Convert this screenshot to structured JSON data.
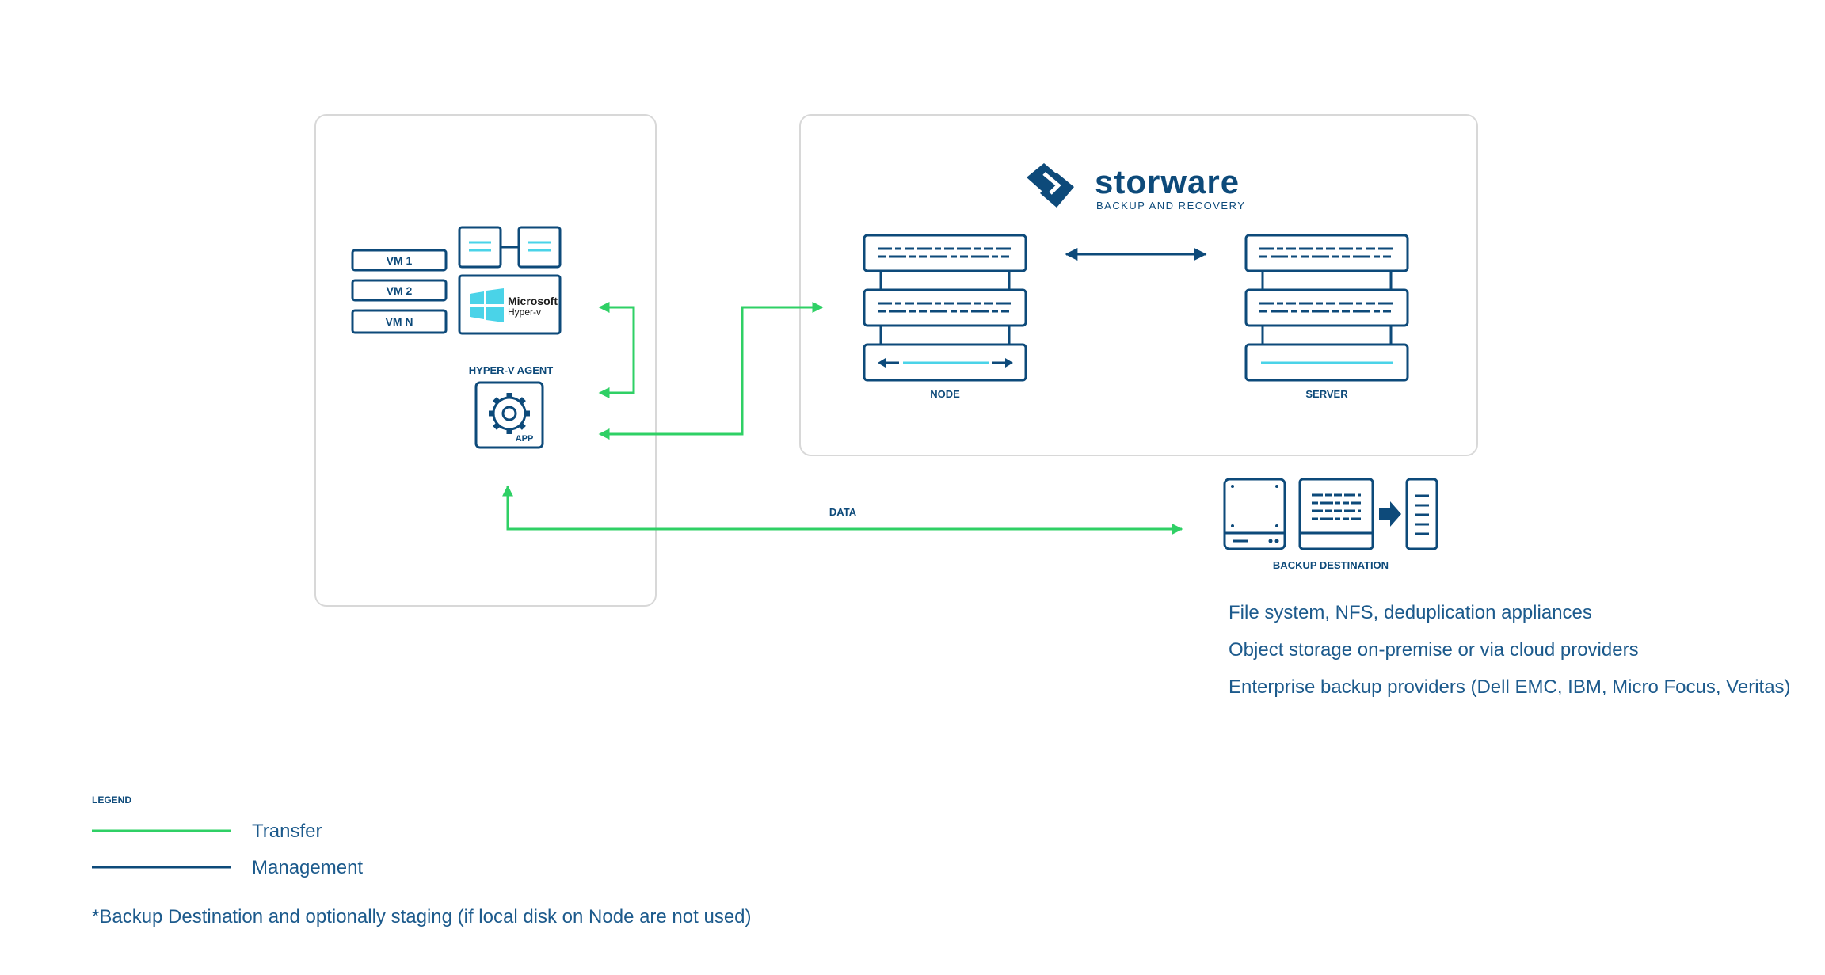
{
  "colors": {
    "transfer": "#2fd065",
    "management": "#0d4a7a",
    "accent": "#4ad3e8",
    "panel_border": "#d8d8d8"
  },
  "hypervisor": {
    "vms": [
      "VM 1",
      "VM 2",
      "VM N"
    ],
    "logo_line1": "Microsoft",
    "logo_line2": "Hyper-v",
    "agent_label": "HYPER-V AGENT",
    "app_label": "APP"
  },
  "storware": {
    "brand": "storware",
    "tagline": "BACKUP AND RECOVERY",
    "node_label": "NODE",
    "server_label": "SERVER"
  },
  "data_label": "DATA",
  "backup": {
    "label": "BACKUP DESTINATION",
    "options": [
      "File system, NFS, deduplication appliances",
      "Object storage on-premise or via cloud providers",
      "Enterprise backup providers (Dell EMC, IBM, Micro Focus, Veritas)"
    ]
  },
  "legend": {
    "title": "LEGEND",
    "transfer": "Transfer",
    "management": "Management"
  },
  "footnote": "*Backup Destination and optionally staging (if local disk on Node are not used)"
}
